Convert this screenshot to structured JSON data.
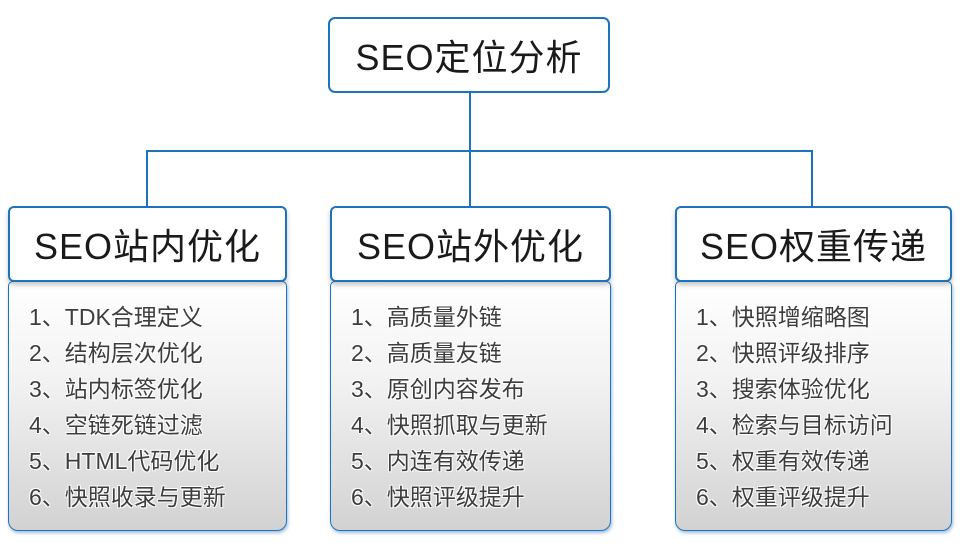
{
  "diagram": {
    "root": {
      "title": "SEO定位分析"
    },
    "branches": [
      {
        "title": "SEO站内优化",
        "items": [
          "1、TDK合理定义",
          "2、结构层次优化",
          "3、站内标签优化",
          "4、空链死链过滤",
          "5、HTML代码优化",
          "6、快照收录与更新"
        ]
      },
      {
        "title": "SEO站外优化",
        "items": [
          "1、高质量外链",
          "2、高质量友链",
          "3、原创内容发布",
          "4、快照抓取与更新",
          "5、内连有效传递",
          "6、快照评级提升"
        ]
      },
      {
        "title": "SEO权重传递",
        "items": [
          "1、快照增缩略图",
          "2、快照评级排序",
          "3、搜索体验优化",
          "4、检索与目标访问",
          "5、权重有效传递",
          "6、权重评级提升"
        ]
      }
    ],
    "colors": {
      "line_and_border": "#1e73be",
      "item_text": "#3d3d3d",
      "title_text": "#1a1a1a",
      "list_gradient_top": "#ffffff",
      "list_gradient_bottom": "#d2d2d2"
    }
  }
}
